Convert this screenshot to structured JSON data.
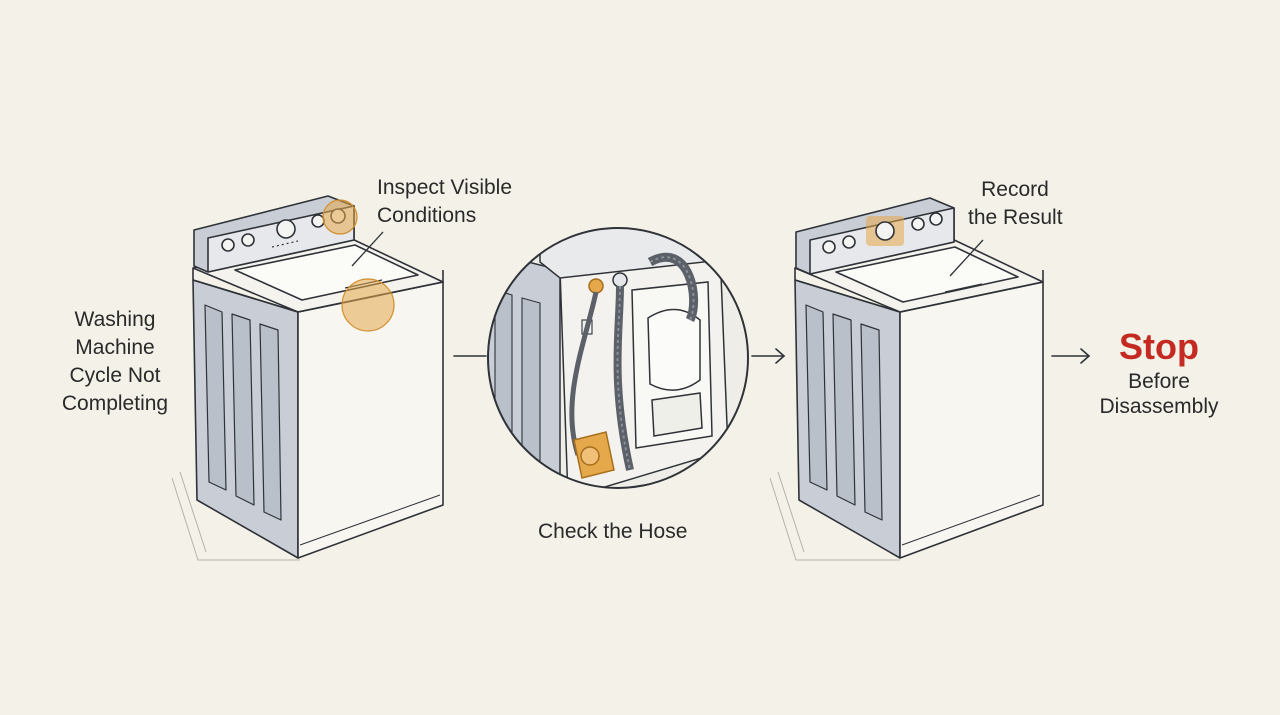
{
  "diagram": {
    "problem_label": [
      "Washing",
      "Machine",
      "Cycle Not",
      "Completing"
    ],
    "inspect_label": [
      "Inspect Visible",
      "Conditions"
    ],
    "hose_label": "Check the Hose",
    "record_label": [
      "Record",
      "the Result"
    ],
    "stop": {
      "title": "Stop",
      "subtitle": [
        "Before",
        "Disassembly"
      ]
    }
  },
  "colors": {
    "background": "#f3f1e8",
    "highlight": "#e5a84a",
    "stop": "#c42a22",
    "machine_side": "#c9ced6",
    "outline": "#2f3338"
  },
  "icons": [
    "washing-machine-icon",
    "hose-closeup-icon",
    "arrow-right-icon"
  ]
}
